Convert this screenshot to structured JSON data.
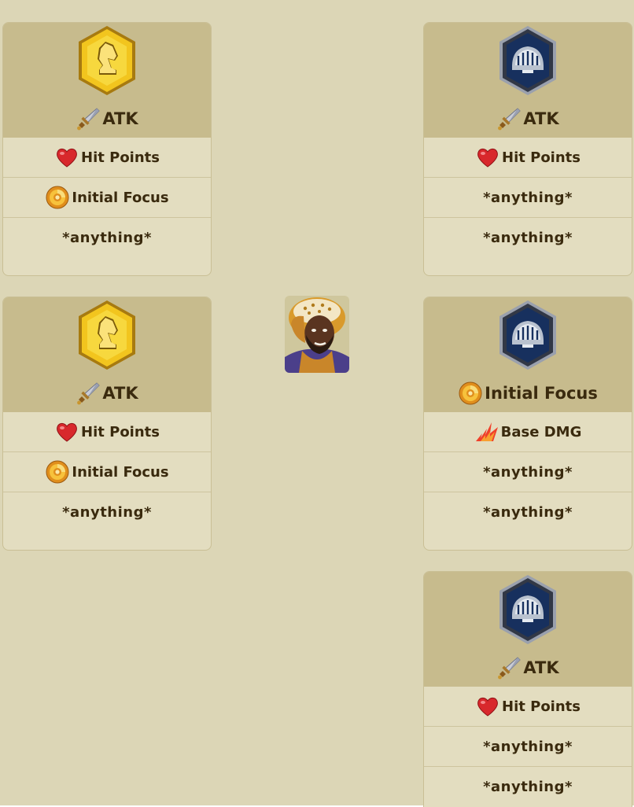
{
  "cards": [
    {
      "id": "top-left",
      "emblem": "knight-icon",
      "head_stat": "ATK",
      "head_icon": "sword-icon",
      "rows": [
        {
          "icon": "heart-icon",
          "label": "Hit Points"
        },
        {
          "icon": "focus-icon",
          "label": "Initial Focus"
        },
        {
          "icon": null,
          "label": "*anything*"
        }
      ]
    },
    {
      "id": "top-right",
      "emblem": "helmet-icon",
      "head_stat": "ATK",
      "head_icon": "sword-icon",
      "rows": [
        {
          "icon": "heart-icon",
          "label": "Hit Points"
        },
        {
          "icon": null,
          "label": "*anything*"
        },
        {
          "icon": null,
          "label": "*anything*"
        }
      ]
    },
    {
      "id": "mid-left",
      "emblem": "knight-icon",
      "head_stat": "ATK",
      "head_icon": "sword-icon",
      "rows": [
        {
          "icon": "heart-icon",
          "label": "Hit Points"
        },
        {
          "icon": "focus-icon",
          "label": "Initial Focus"
        },
        {
          "icon": null,
          "label": "*anything*"
        }
      ]
    },
    {
      "id": "mid-right",
      "emblem": "helmet-icon",
      "head_stat": "Initial Focus",
      "head_icon": "focus-icon",
      "rows": [
        {
          "icon": "flame-icon",
          "label": "Base DMG"
        },
        {
          "icon": null,
          "label": "*anything*"
        },
        {
          "icon": null,
          "label": "*anything*"
        }
      ]
    },
    {
      "id": "bottom-right",
      "emblem": "helmet-icon",
      "head_stat": "ATK",
      "head_icon": "sword-icon",
      "rows": [
        {
          "icon": "heart-icon",
          "label": "Hit Points"
        },
        {
          "icon": null,
          "label": "*anything*"
        },
        {
          "icon": null,
          "label": "*anything*"
        }
      ]
    }
  ],
  "hero": {
    "icon": "hero-portrait-icon"
  },
  "colors": {
    "background": "#dcd6b6",
    "card_head": "#c7bb8d",
    "card_body": "#e3ddc0",
    "text": "#3a2a0e",
    "gold_emblem": "#f0c020",
    "navy_emblem": "#1a2f5a"
  }
}
